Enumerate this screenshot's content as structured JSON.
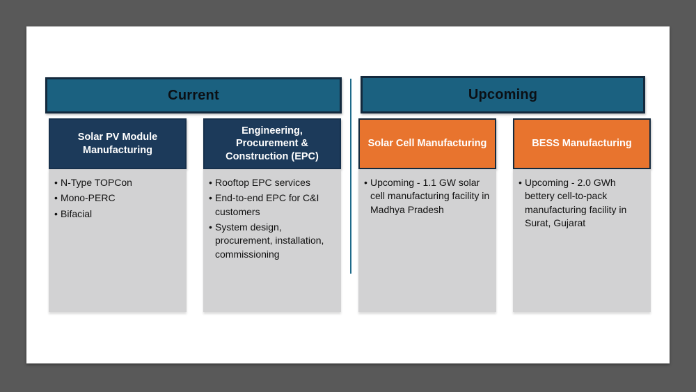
{
  "slide": {
    "background_color": "#ffffff",
    "frame_color": "#595959"
  },
  "colors": {
    "section_bar_fill": "#1B6180",
    "section_bar_border": "#13293D",
    "navy_card_header": "#1C3A5A",
    "orange_card_header": "#E8742E",
    "card_body_gray": "#D2D2D3",
    "divider_teal": "#1E6A8A"
  },
  "bullet_glyph": "•",
  "sections": [
    {
      "title": "Current",
      "cards": [
        {
          "title": "Solar PV Module Manufacturing",
          "bullets": [
            "N-Type TOPCon",
            "Mono-PERC",
            "Bifacial"
          ]
        },
        {
          "title": "Engineering, Procurement & Construction (EPC)",
          "bullets": [
            "Rooftop EPC services",
            "End-to-end EPC for C&I customers",
            "System design, procurement, installation, commissioning"
          ]
        }
      ]
    },
    {
      "title": "Upcoming",
      "cards": [
        {
          "title": "Solar Cell Manufacturing",
          "bullets": [
            "Upcoming - 1.1 GW solar cell manufacturing facility in Madhya Pradesh"
          ]
        },
        {
          "title": "BESS Manufacturing",
          "bullets": [
            "Upcoming - 2.0 GWh bettery cell-to-pack manufacturing facility in Surat, Gujarat"
          ]
        }
      ]
    }
  ]
}
